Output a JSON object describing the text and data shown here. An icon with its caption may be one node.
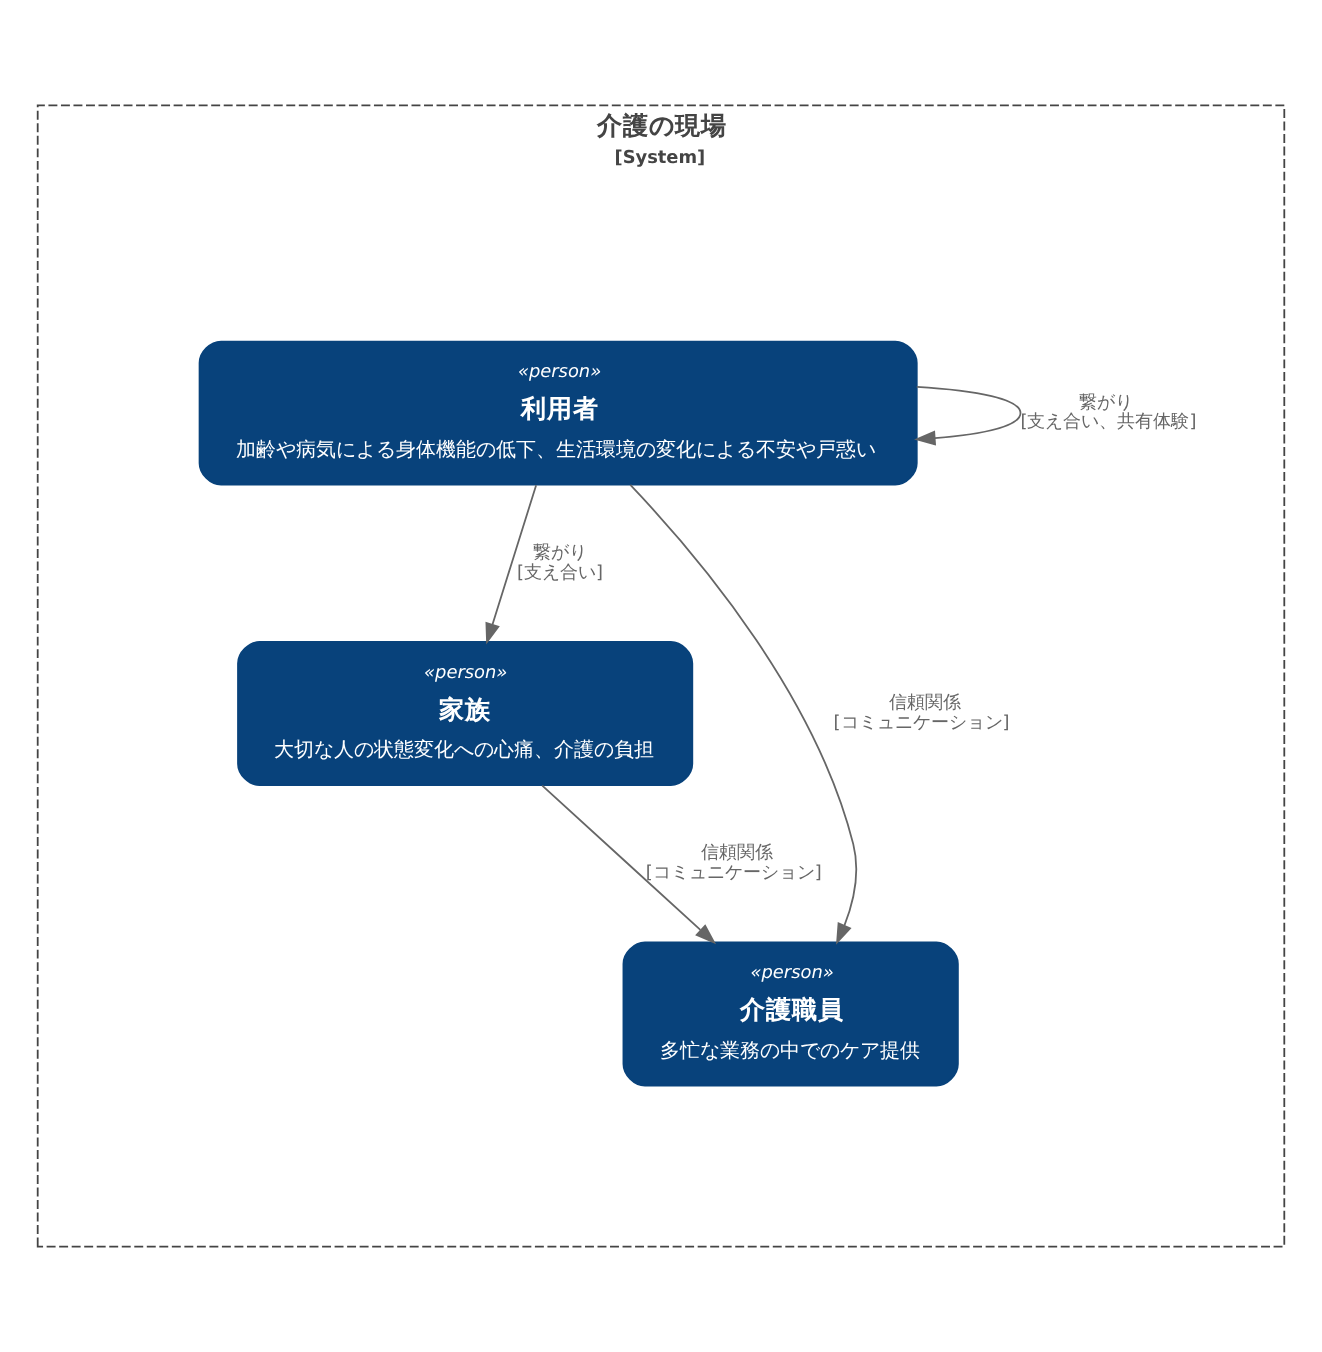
{
  "diagram": {
    "nodes": [
      {
        "text": [
          "介護の現場",
          "[System]"
        ]
      },
      {
        "text": [
          "«person»",
          "利用者",
          "加齢や病気による身体機能の低下、生活環境の変化による不安や戸惑い"
        ],
        "in": 0
      },
      {
        "text": [
          "«person»",
          "家族",
          "大切な人の状態変化への心痛、介護の負担"
        ],
        "in": 0
      },
      {
        "text": [
          "«person»",
          "介護職員",
          "多忙な業務の中でのケア提供"
        ],
        "in": 0
      }
    ],
    "edges": [
      {
        "from": 1,
        "to": 1,
        "arrow": "to",
        "label": "繋がり [支え合い、共有体験]"
      },
      {
        "from": 1,
        "to": 2,
        "arrow": "to",
        "label": "繋がり [支え合い]"
      },
      {
        "from": 1,
        "to": 3,
        "arrow": "to",
        "label": "信頼関係 [コミュニケーション]"
      },
      {
        "from": 2,
        "to": 3,
        "arrow": "to",
        "label": "信頼関係 [コミュニケーション]"
      }
    ]
  }
}
